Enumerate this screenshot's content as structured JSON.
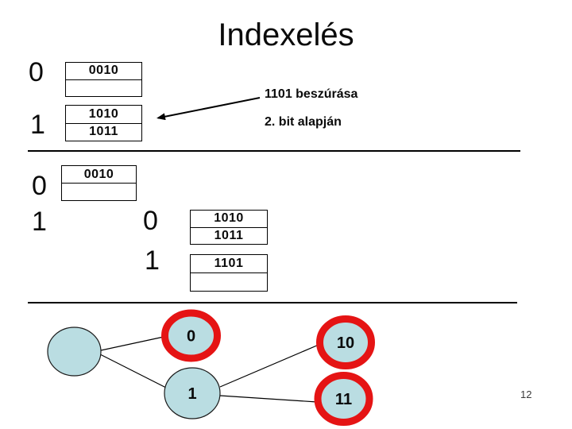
{
  "title": "Indexelés",
  "page_number": "12",
  "colors": {
    "node_fill": "#badde2",
    "node_stroke": "#1a1a1a",
    "highlight_ring": "#e51414"
  },
  "top_section": {
    "index0_label": "0",
    "index1_label": "1",
    "bucket0": {
      "row1": "0010",
      "row2": ""
    },
    "bucket1": {
      "row1": "1010",
      "row2": "1011"
    },
    "annotation": {
      "line1": "1101 beszúrása",
      "line2": "2. bit alapján"
    }
  },
  "middle_section": {
    "index0_label": "0",
    "index1_label": "1",
    "bucket0": {
      "row1": "0010",
      "row2": ""
    },
    "sub_index0_label": "0",
    "sub_index1_label": "1",
    "sub_bucket0": {
      "row1": "1010",
      "row2": "1011"
    },
    "sub_bucket1": {
      "row1": "1101",
      "row2": ""
    }
  },
  "tree": {
    "root_label": "",
    "node0_label": "0",
    "node1_label": "1",
    "node10_label": "10",
    "node11_label": "11"
  }
}
